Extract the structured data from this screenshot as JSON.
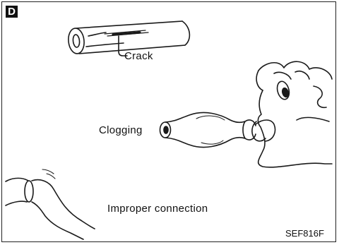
{
  "badge": "D",
  "labels": {
    "crack": "Crack",
    "clogging": "Clogging",
    "improper": "Improper connection"
  },
  "code": "SEF816F"
}
